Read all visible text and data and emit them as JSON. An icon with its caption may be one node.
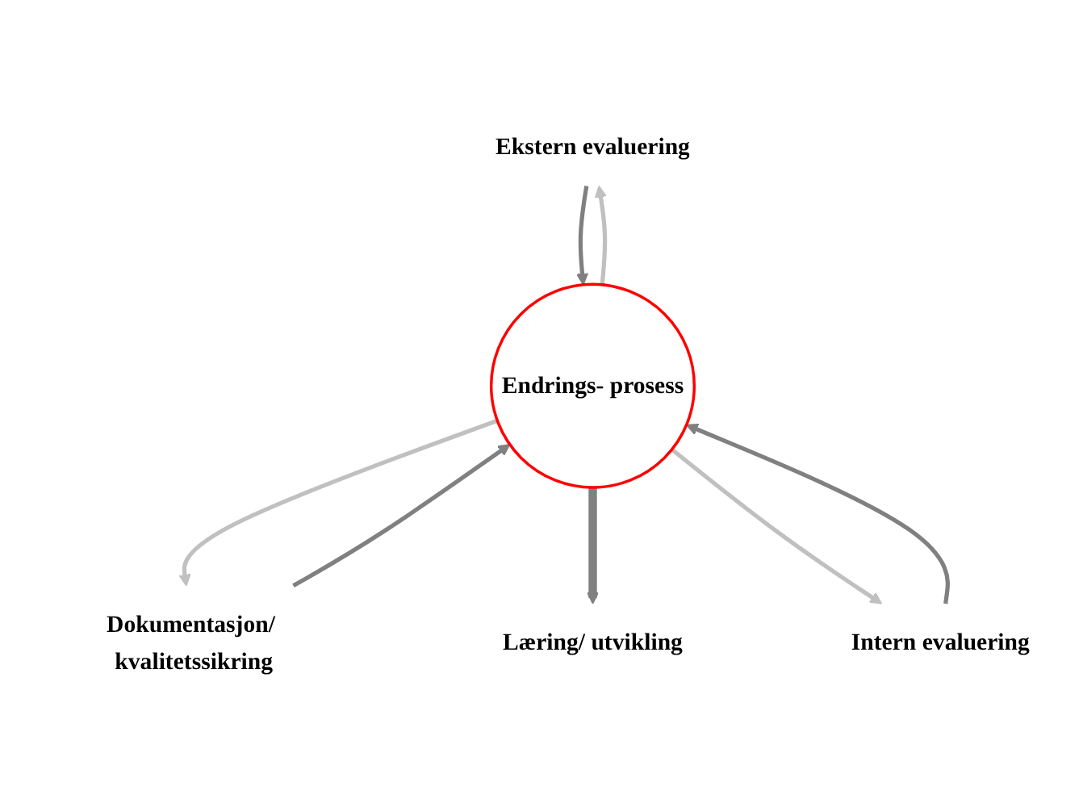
{
  "diagram": {
    "nodes": [
      {
        "text": [
          "Ekstern evaluering"
        ]
      },
      {
        "text": [
          "Dokumentasjon/ kvalitetssikring"
        ]
      },
      {
        "text": [
          "Endrings- prosess"
        ]
      },
      {
        "text": [
          "Læring/ utvikling"
        ]
      },
      {
        "text": [
          "Intern evaluering"
        ]
      }
    ],
    "edges": [
      {
        "from": 2,
        "to": 0,
        "arrow": "to",
        "color": "#c0c0c0"
      },
      {
        "from": 0,
        "to": 2,
        "arrow": "to"
      },
      {
        "from": 2,
        "to": 1,
        "arrow": "to",
        "color": "#c0c0c0"
      },
      {
        "from": 1,
        "to": 2,
        "arrow": "to"
      },
      {
        "from": 2,
        "to": 3,
        "arrow": "to",
        "style": "thick"
      },
      {
        "from": 4,
        "to": 2,
        "arrow": "to"
      },
      {
        "from": 2,
        "to": 4,
        "arrow": "to",
        "color": "#c0c0c0"
      }
    ]
  }
}
